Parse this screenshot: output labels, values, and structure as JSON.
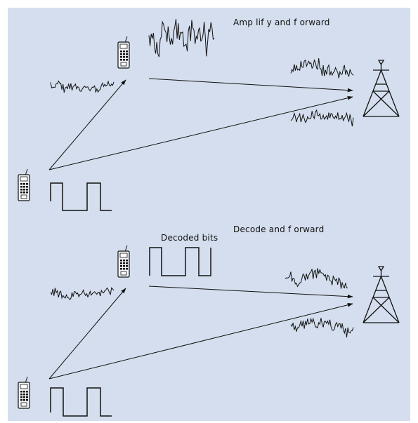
{
  "diagram": {
    "background": "#d4deee",
    "ink": "#111111",
    "top": {
      "title": "Amp lif y and f orward"
    },
    "bottom": {
      "title": "Decode and f orward",
      "relay_label": "Decoded bits"
    }
  }
}
